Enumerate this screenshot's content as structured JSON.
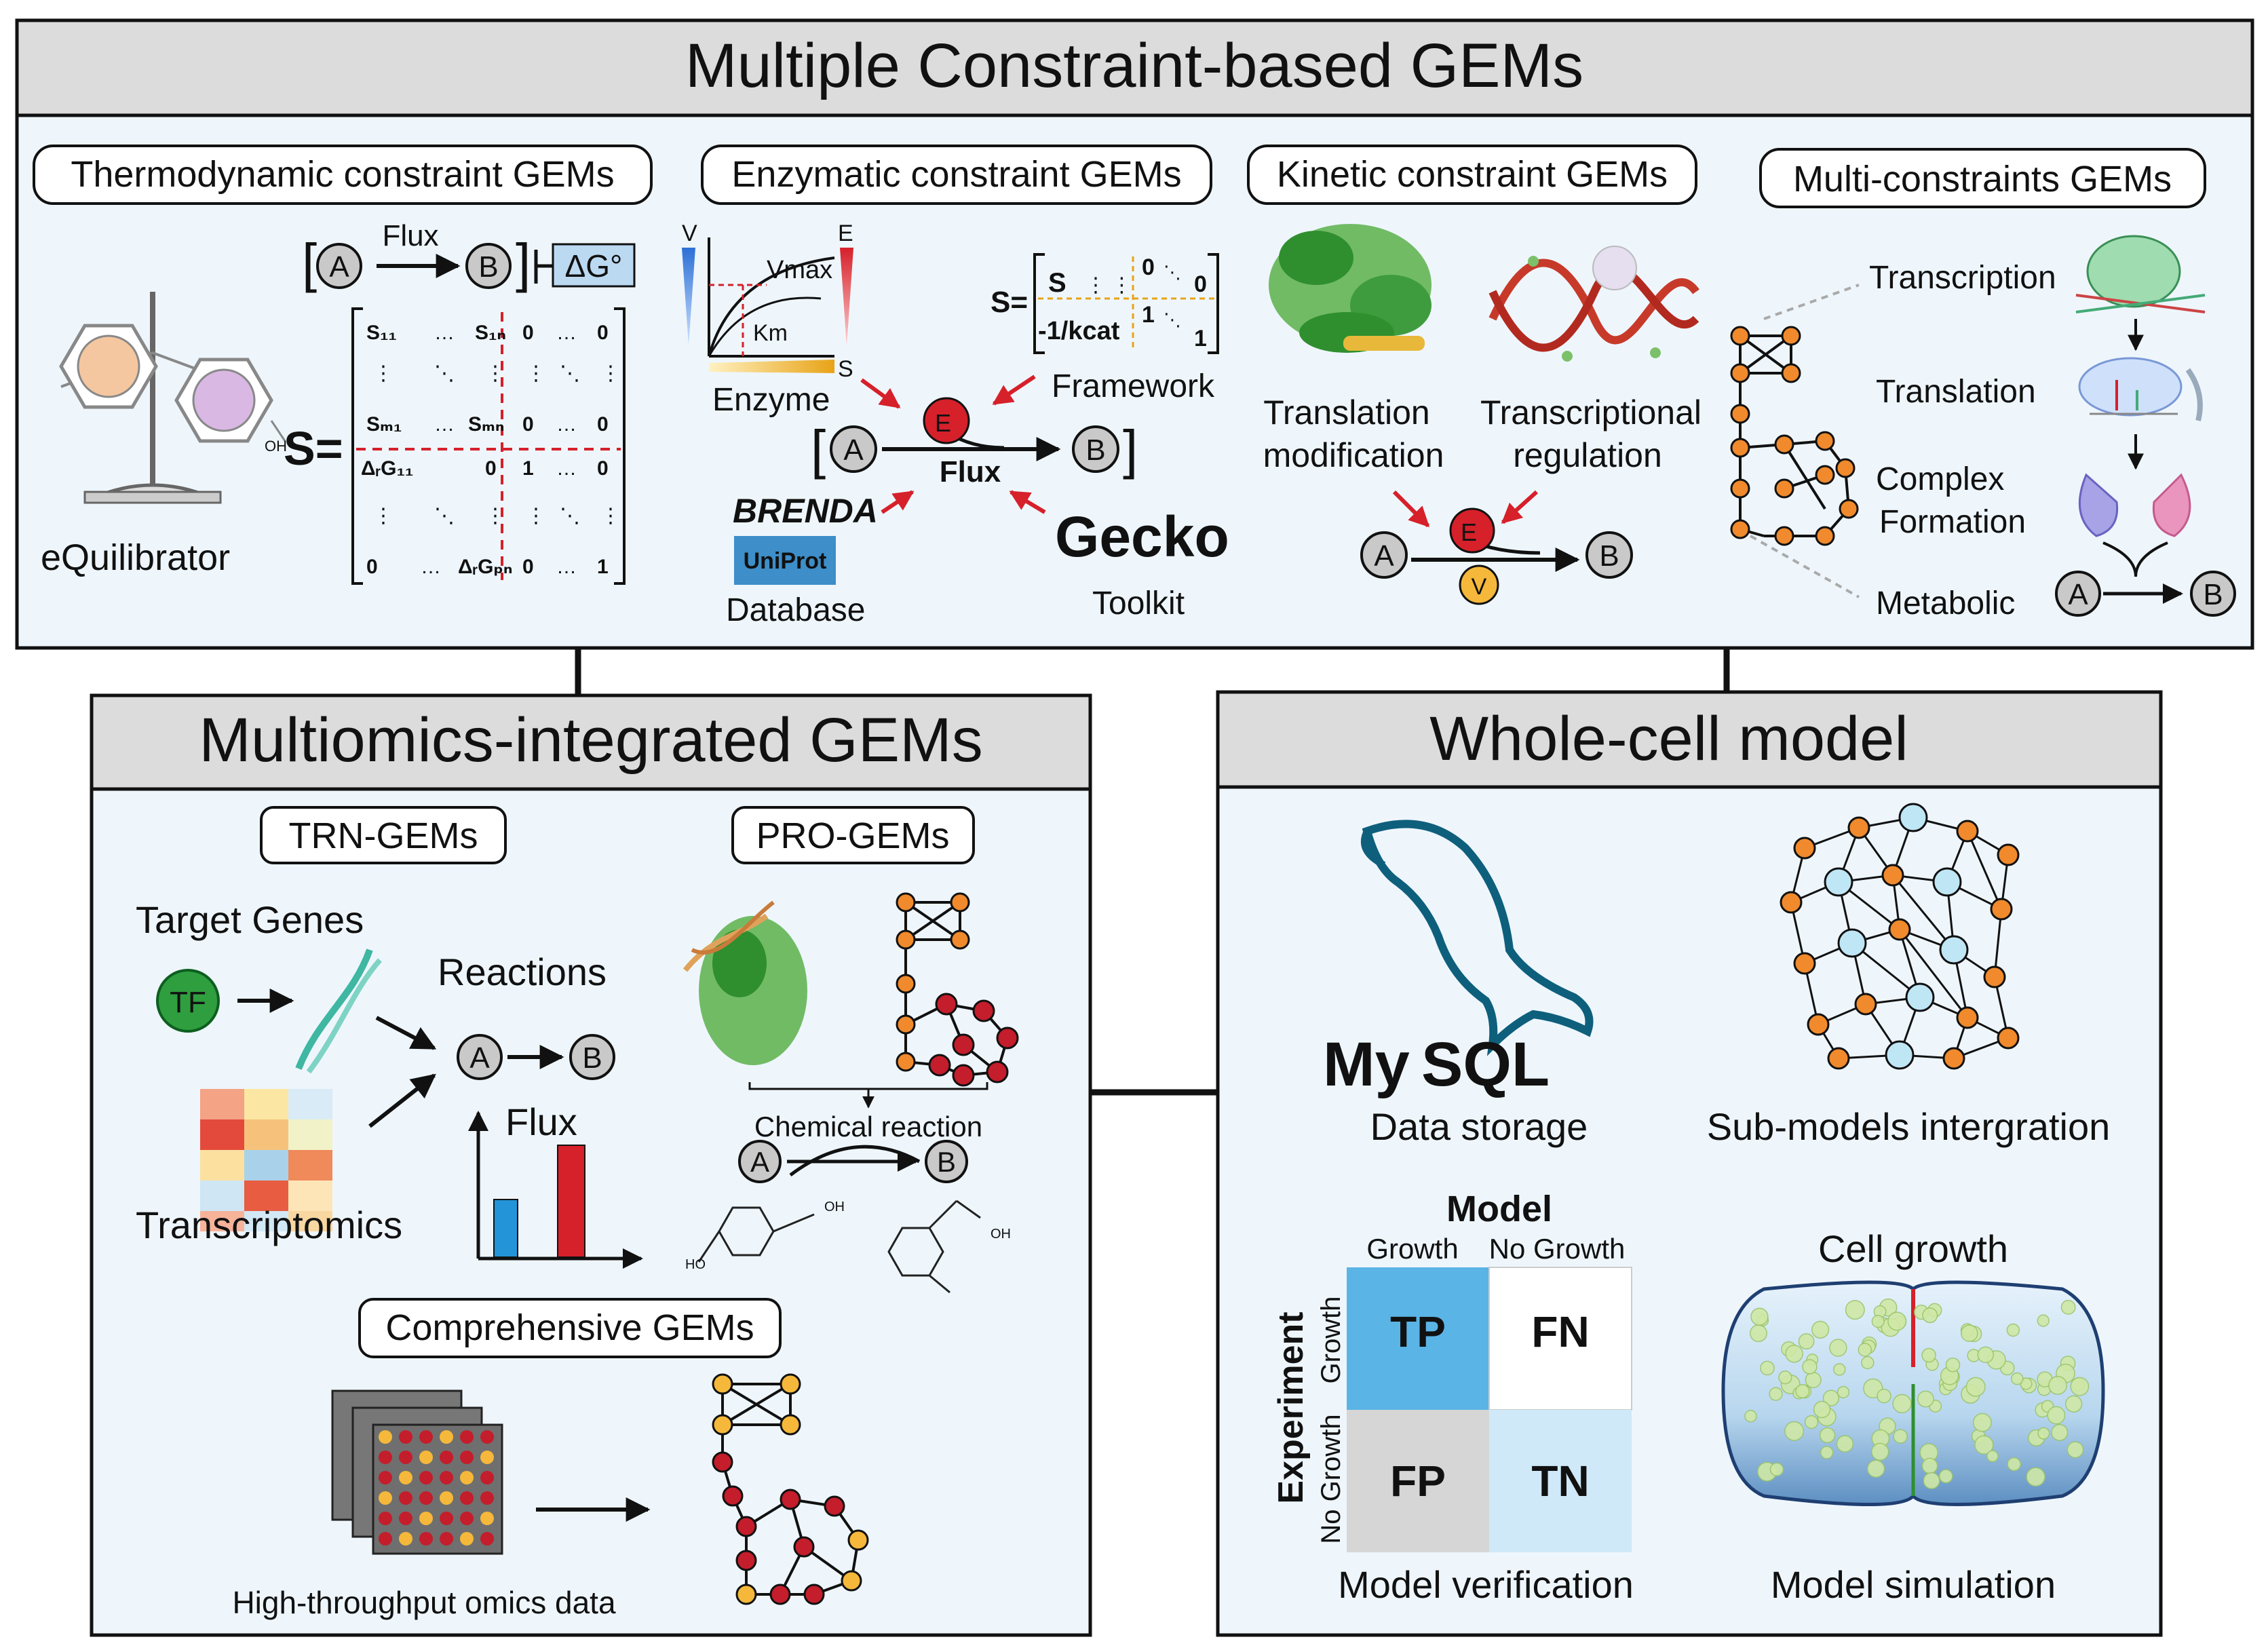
{
  "colors": {
    "panel_bg": "#eef6fc",
    "header_bg": "#dcdcdc",
    "red": "#d6202a",
    "green_protein": "#2f8f2f",
    "orange_node": "#f08a2c",
    "cyan_node": "#bfe6f5",
    "dark_red_node": "#c41d2b",
    "yellow_node": "#f5b83a",
    "tp_blue": "#5ab4e5",
    "tn_blue": "#cfe9f8",
    "fp_gray": "#d6d6d6"
  },
  "top": {
    "title": "Multiple Constraint-based GEMs",
    "thermo": {
      "label": "Thermodynamic  constraint GEMs",
      "flux": "Flux",
      "node_a": "A",
      "node_b": "B",
      "dg": "ΔG°",
      "s_eq": "S=",
      "tool": "eQuilibrator",
      "oh": "OH",
      "matrix": {
        "r1": [
          "S₁₁",
          "…",
          "S₁ₙ",
          "0",
          "…",
          "0"
        ],
        "r2": [
          "⋮",
          "⋱",
          "⋮",
          "⋮",
          "⋱",
          "⋮"
        ],
        "r3": [
          "Sₘ₁",
          "…",
          "Sₘₙ",
          "0",
          "…",
          "0"
        ],
        "r4": [
          "ΔᵣG₁₁",
          "",
          "0",
          "1",
          "…",
          "0"
        ],
        "r5": [
          "⋮",
          "⋱",
          "⋮",
          "⋮",
          "⋱",
          "⋮"
        ],
        "r6": [
          "0",
          "…",
          "ΔᵣGₚₙ",
          "0",
          "…",
          "1"
        ]
      }
    },
    "enzymatic": {
      "label": "Enzymatic constraint GEMs",
      "v": "V",
      "e_axis": "E",
      "s_axis": "S",
      "vmax": "Vmax",
      "km": "Km",
      "enzyme": "Enzyme",
      "s_eq": "S=",
      "m_s": "S",
      "m_kcat": "-1/kcat",
      "m_zero": "0",
      "m_one": "1",
      "framework": "Framework",
      "e_node": "E",
      "flux": "Flux",
      "node_a": "A",
      "node_b": "B",
      "brenda": "BRENDA",
      "uniprot": "UniProt",
      "database": "Database",
      "gecko": "Gecko",
      "toolkit": "Toolkit"
    },
    "kinetic": {
      "label": "Kinetic constraint GEMs",
      "translation_1": "Translation",
      "translation_2": "modification",
      "transcriptional_1": "Transcriptional",
      "transcriptional_2": "regulation",
      "e_node": "E",
      "v_node": "V",
      "node_a": "A",
      "node_b": "B"
    },
    "multi": {
      "label": "Multi-constraints GEMs",
      "transcription": "Transcription",
      "translation": "Translation",
      "complex_1": "Complex",
      "complex_2": "Formation",
      "metabolic": "Metabolic",
      "node_a": "A",
      "node_b": "B"
    }
  },
  "multiomics": {
    "title": "Multiomics-integrated GEMs",
    "trn_label": "TRN-GEMs",
    "pro_label": "PRO-GEMs",
    "target_genes": "Target Genes",
    "tf": "TF",
    "reactions": "Reactions",
    "node_a": "A",
    "node_b": "B",
    "flux": "Flux",
    "transcriptomics": "Transcriptomics",
    "chemical_reaction": "Chemical reaction",
    "oh": "OH",
    "ho": "HO",
    "comprehensive_label": "Comprehensive  GEMs",
    "high_throughput": "High-throughput omics data"
  },
  "wholecell": {
    "title": "Whole-cell model",
    "mysql_my": "My",
    "mysql_sql": "SQL",
    "data_storage": "Data storage",
    "submodels": "Sub-models intergration",
    "model": "Model",
    "growth": "Growth",
    "no_growth": "No Growth",
    "experiment": "Experiment",
    "tp": "TP",
    "fn": "FN",
    "fp": "FP",
    "tn": "TN",
    "model_verification": "Model verification",
    "cell_growth": "Cell growth",
    "model_simulation": "Model simulation"
  }
}
